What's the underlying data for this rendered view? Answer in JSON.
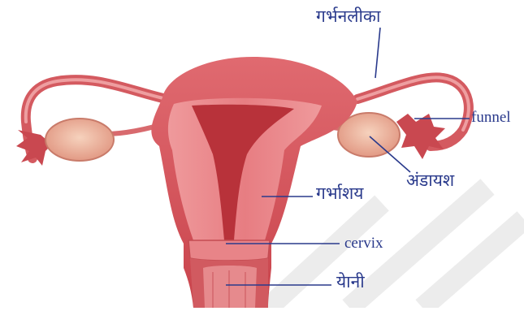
{
  "diagram": {
    "labels": {
      "fallopian_tube": "गर्भनलीका",
      "funnel": "funnel",
      "ovary": "अंडायश",
      "uterus": "गर्भाशय",
      "cervix": "cervix",
      "vagina": "येानी"
    },
    "colors": {
      "label_text": "#2a3a8c",
      "leader_line": "#2a3a8c",
      "tissue_outer": "#d9545a",
      "tissue_inner": "#e98a8e",
      "cavity": "#b8323a",
      "ovary": "#f0b49e",
      "watermark": "#e6e6e6"
    }
  }
}
